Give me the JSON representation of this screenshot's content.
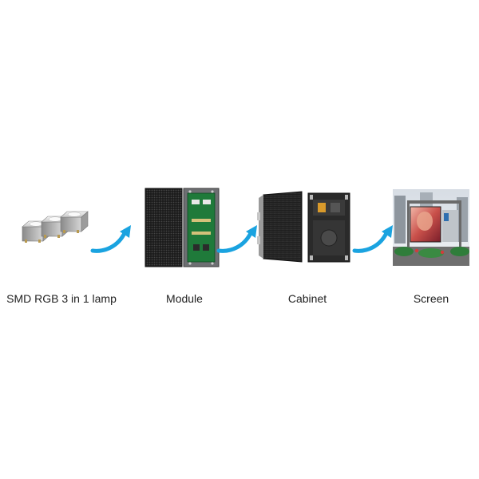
{
  "steps": [
    {
      "label": "SMD RGB 3 in 1 lamp",
      "icon": "smd-lamp-icon"
    },
    {
      "label": "Module",
      "icon": "led-module-icon"
    },
    {
      "label": "Cabinet",
      "icon": "led-cabinet-icon"
    },
    {
      "label": "Screen",
      "icon": "led-screen-icon"
    }
  ],
  "colors": {
    "background": "#ffffff",
    "arrow": "#1aa3e0",
    "text": "#222222"
  }
}
